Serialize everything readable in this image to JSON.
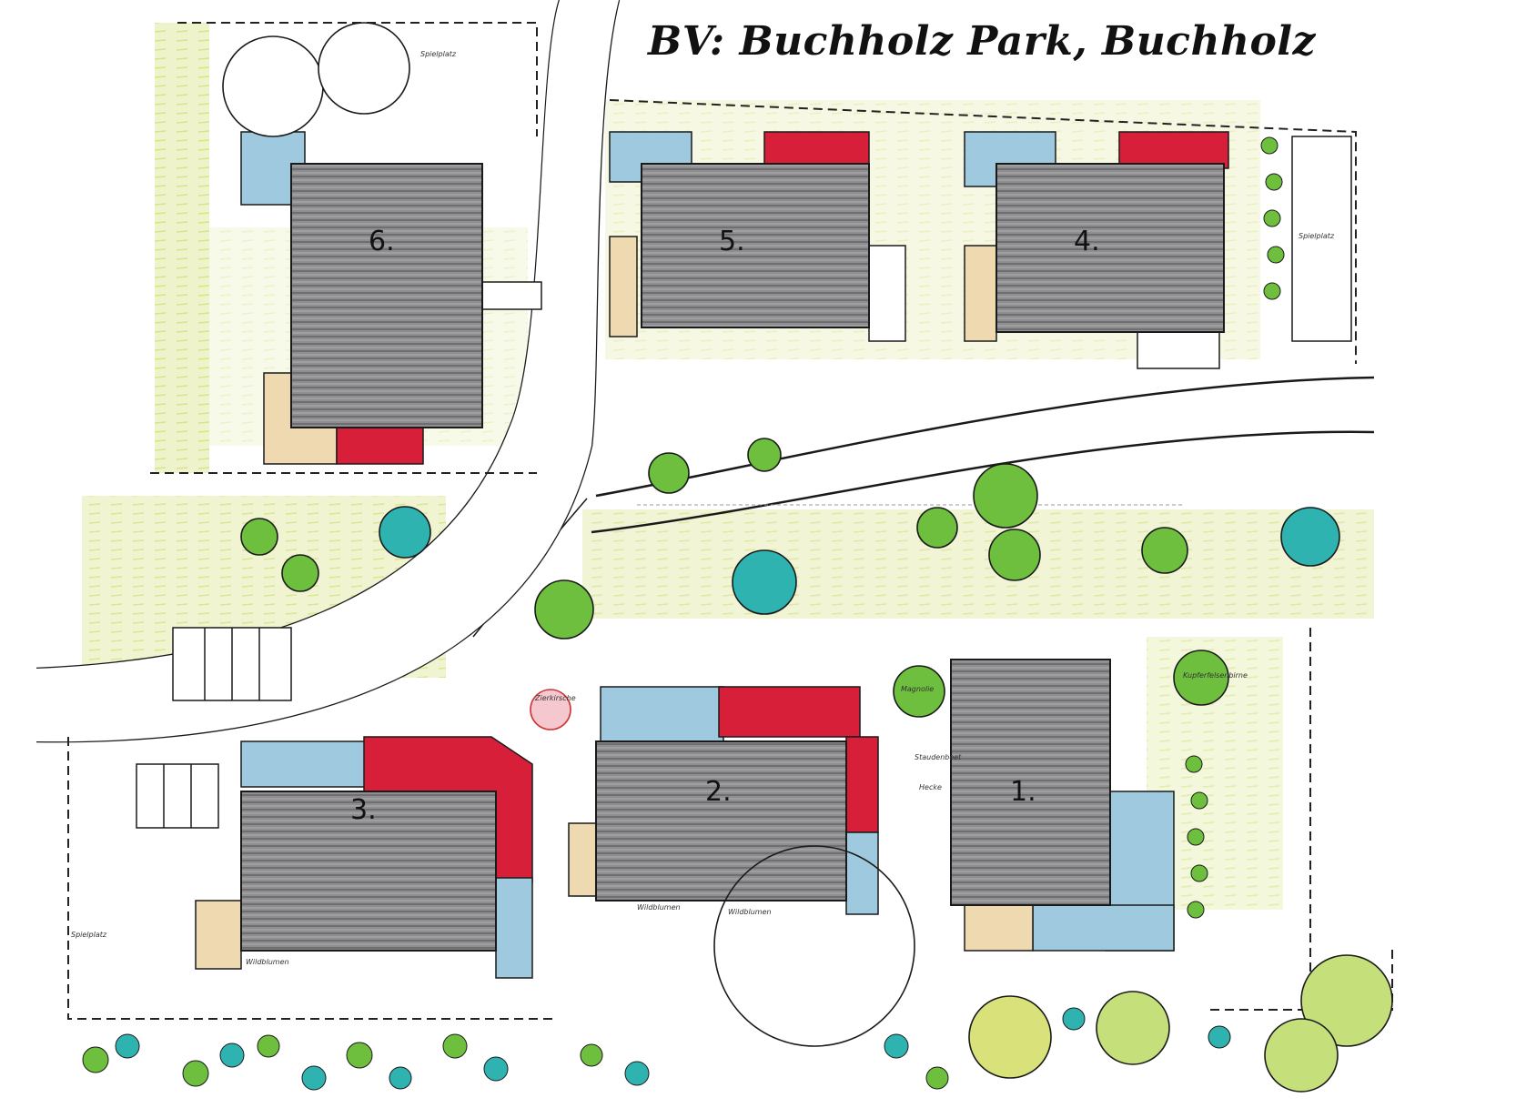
{
  "title": "BV: Buchholz Park, Buchholz",
  "buildings": [
    {
      "id": "b1",
      "number": "1."
    },
    {
      "id": "b2",
      "number": "2."
    },
    {
      "id": "b3",
      "number": "3."
    },
    {
      "id": "b4",
      "number": "4."
    },
    {
      "id": "b5",
      "number": "5."
    },
    {
      "id": "b6",
      "number": "6."
    }
  ],
  "labels": {
    "spielplatz_left": "Spielplatz",
    "spielplatz_right": "Spielplatz",
    "spielplatz_top": "Spielplatz",
    "magnolie": "Magnolie",
    "kupferfelsenbirne": "Kupferfelsenbirne",
    "zierkirsche": "Zierkirsche",
    "wildblumen_1": "Wildblumen",
    "wildblumen_2": "Wildblumen",
    "wildblumen_3": "Wildblumen",
    "staudenbeet": "Staudenbeet",
    "hecke": "Hecke"
  },
  "colors": {
    "building_roof": "#8d8d8f",
    "terrace_red": "#d81f3a",
    "terrace_blue": "#9ec9df",
    "terrace_sand": "#eed9b0",
    "lawn": "#e4ecb0",
    "tree_green": "#6fbf3e",
    "tree_teal": "#2fb3b0",
    "road": "#ffffff",
    "outline": "#1a1a1a"
  }
}
